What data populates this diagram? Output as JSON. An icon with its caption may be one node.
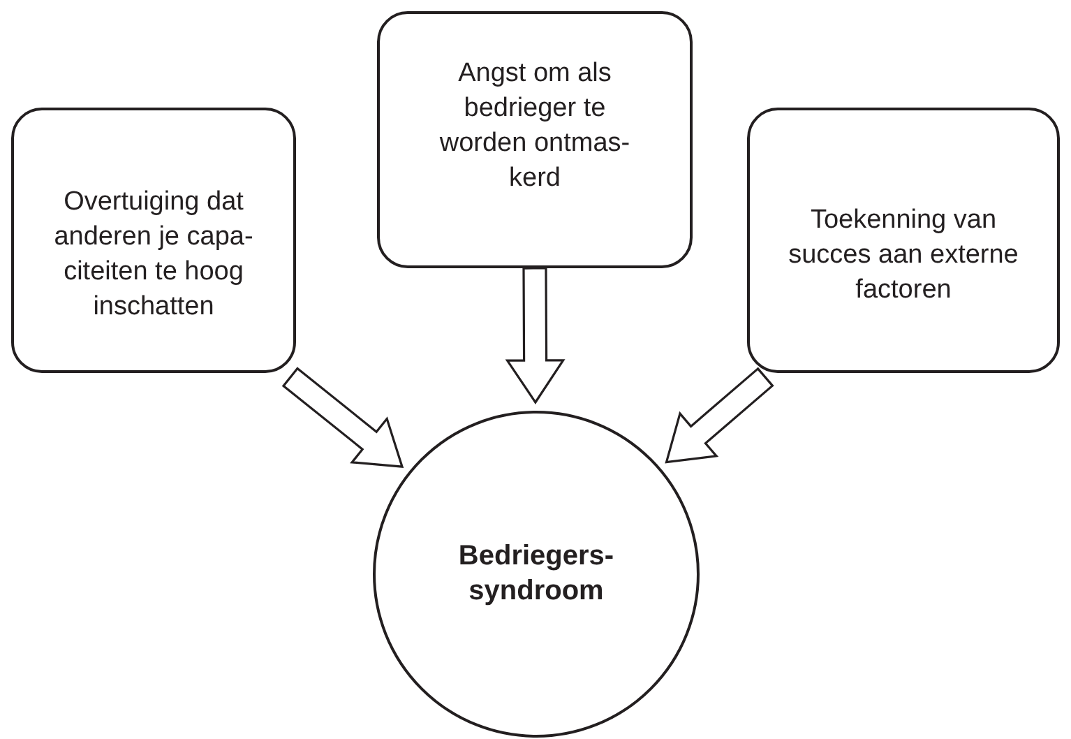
{
  "diagram": {
    "nodes": [
      {
        "text": [
          "Overtuiging dat anderen je capa-citeiten te hoog inschatten"
        ]
      },
      {
        "text": [
          "Angst om als bedrieger te worden ontmas-kerd"
        ]
      },
      {
        "text": [
          "Toekenning van succes aan externe factoren"
        ]
      },
      {
        "text": [
          "Bedriegers-syndroom"
        ]
      }
    ],
    "edges": [
      {
        "from": 0,
        "to": 3,
        "arrow": "to"
      },
      {
        "from": 1,
        "to": 3,
        "arrow": "to"
      },
      {
        "from": 2,
        "to": 3,
        "arrow": "to"
      }
    ]
  }
}
